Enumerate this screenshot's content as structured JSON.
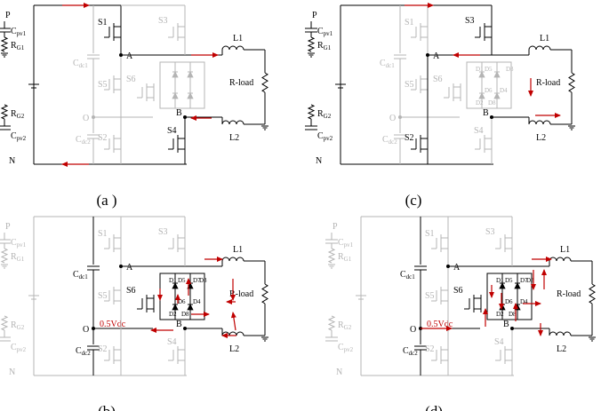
{
  "colors": {
    "active": "#000000",
    "inactive": "#b4b4b4",
    "arrow": "#c00000",
    "background": "#ffffff"
  },
  "panels": [
    {
      "caption": "(a )",
      "active": [
        "left",
        "pv1",
        "rails",
        "s1",
        "s4",
        "nodeA",
        "nodeB",
        "load",
        "l1",
        "l2"
      ],
      "labels": {
        "P": "P",
        "Cpv1": "C",
        "Cpv1_sub": "pv1",
        "RG1": "R",
        "RG1_sub": "G1",
        "RG2": "R",
        "RG2_sub": "G2",
        "Cpv2": "C",
        "Cpv2_sub": "pv2",
        "N": "N",
        "Cdc1": "C",
        "Cdc1_sub": "dc1",
        "Cdc2": "C",
        "Cdc2_sub": "dc2",
        "O": "O",
        "S1": "S1",
        "S2": "S2",
        "S3": "S3",
        "S4": "S4",
        "S5": "S5",
        "S6": "S6",
        "A": "A",
        "B": "B",
        "L1": "L1",
        "L2": "L2",
        "Rload": "R-load",
        "D1": "",
        "D2": "",
        "D3": "",
        "D4": "",
        "D5": "",
        "D6": "",
        "D7": "",
        "D8": "",
        "vdc": ""
      }
    },
    {
      "caption": "(c)",
      "active": [
        "left",
        "pv1",
        "rails",
        "s3",
        "s2",
        "nodeA",
        "nodeB",
        "load",
        "l1",
        "l2"
      ],
      "labels": {
        "P": "P",
        "Cpv1": "C",
        "Cpv1_sub": "pv1",
        "RG1": "R",
        "RG1_sub": "G1",
        "RG2": "R",
        "RG2_sub": "G2",
        "Cpv2": "C",
        "Cpv2_sub": "pv2",
        "N": "N",
        "Cdc1": "C",
        "Cdc1_sub": "dc1",
        "Cdc2": "C",
        "Cdc2_sub": "dc2",
        "O": "O",
        "S1": "S1",
        "S2": "S2",
        "S3": "S3",
        "S4": "S4",
        "S5": "S5",
        "S6": "S6",
        "A": "A",
        "B": "B",
        "L1": "L1",
        "L2": "L2",
        "Rload": "R-load",
        "D1": "D1",
        "D2": "D2",
        "D3": "D3",
        "D4": "D4",
        "D5": "D5",
        "D6": "D6",
        "D7": "",
        "D8": "D8",
        "vdc": ""
      }
    },
    {
      "caption": "(b)",
      "active": [
        "cdc",
        "s6",
        "bridge",
        "nodeA",
        "nodeB",
        "load",
        "l1",
        "l2"
      ],
      "labels": {
        "P": "P",
        "Cpv1": "C",
        "Cpv1_sub": "pv1",
        "RG1": "R",
        "RG1_sub": "G1",
        "RG2": "R",
        "RG2_sub": "G2",
        "Cpv2": "C",
        "Cpv2_sub": "pv2",
        "N": "N",
        "Cdc1": "C",
        "Cdc1_sub": "dc1",
        "Cdc2": "C",
        "Cdc2_sub": "dc2",
        "O": "O",
        "S1": "S1",
        "S2": "S2",
        "S3": "S3",
        "S4": "S4",
        "S5": "S5",
        "S6": "S6",
        "A": "A",
        "B": "B",
        "L1": "L1",
        "L2": "L2",
        "Rload": "R-load",
        "D1": "D1",
        "D2": "D2",
        "D3": "D3",
        "D4": "D4",
        "D5": "D5",
        "D6": "D6",
        "D7": "D7",
        "D8": "D8",
        "vdc": "0.5Vdc"
      }
    },
    {
      "caption": "(d)",
      "active": [
        "cdc",
        "s6",
        "bridge",
        "nodeA",
        "nodeB",
        "load",
        "l1",
        "l2"
      ],
      "labels": {
        "P": "P",
        "Cpv1": "C",
        "Cpv1_sub": "pv1",
        "RG1": "R",
        "RG1_sub": "G1",
        "RG2": "R",
        "RG2_sub": "G2",
        "Cpv2": "C",
        "Cpv2_sub": "pv2",
        "N": "N",
        "Cdc1": "C",
        "Cdc1_sub": "dc1",
        "Cdc2": "C",
        "Cdc2_sub": "dc2",
        "O": "O",
        "S1": "S1",
        "S2": "S2",
        "S3": "S3",
        "S4": "S4",
        "S5": "S5",
        "S6": "S6",
        "A": "A",
        "B": "B",
        "L1": "L1",
        "L2": "L2",
        "Rload": "R-load",
        "D1": "D1",
        "D2": "D2",
        "D3": "D3",
        "D4": "D4",
        "D5": "D5",
        "D6": "D6",
        "D7": "D7",
        "D8": "D8",
        "vdc": "0.5Vdc"
      }
    }
  ]
}
